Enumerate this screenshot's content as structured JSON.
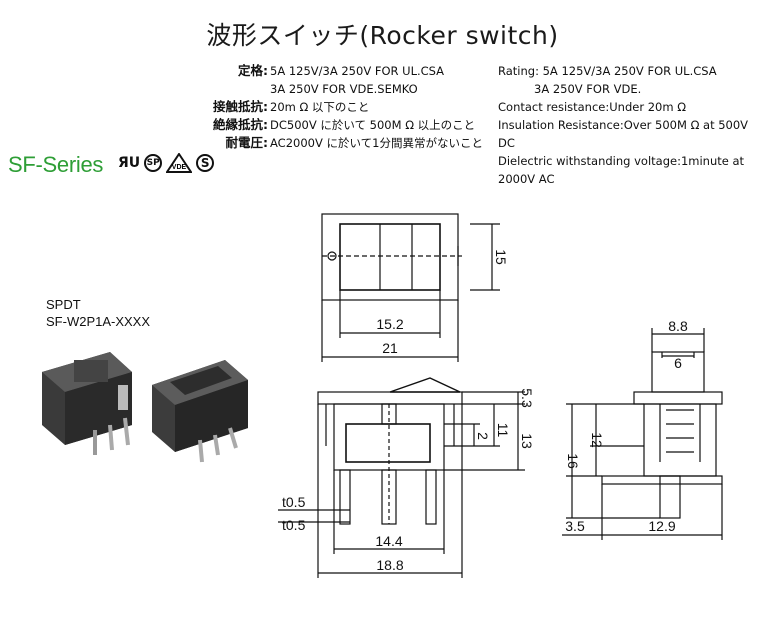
{
  "title": "波形スイッチ(Rocker switch)",
  "specs_jp": [
    {
      "label": "定格:",
      "value": "5A 125V/3A 250V FOR UL.CSA"
    },
    {
      "label": "",
      "value": "3A 250V FOR VDE.SEMKO"
    },
    {
      "label": "接触抵抗:",
      "value": "20m Ω 以下のこと"
    },
    {
      "label": "絶縁抵抗:",
      "value": "DC500V に於いて 500M Ω 以上のこと"
    },
    {
      "label": "耐電圧:",
      "value": "AC2000V に於いて1分間異常がないこと"
    }
  ],
  "specs_en": [
    "Rating: 5A 125V/3A 250V FOR UL.CSA",
    "3A 250V FOR VDE.",
    "Contact resistance:Under 20m Ω",
    "Insulation Resistance:Over 500M Ω  at 500V DC",
    "Dielectric withstanding voltage:1minute at 2000V AC"
  ],
  "series": "SF-Series",
  "certifications": {
    "ul": "ЯU",
    "csa": "SP",
    "vde": "VDE",
    "semko": "S"
  },
  "model": {
    "type": "SPDT",
    "part_number": "SF-W2P1A-XXXX"
  },
  "dimensions": {
    "top_height": "15",
    "top_inner_width": "15.2",
    "top_outer_width": "21",
    "front_top": "5.3",
    "front_a": "2",
    "front_b": "11",
    "front_c": "13",
    "front_t1": "t0.5",
    "front_t2": "t0.5",
    "front_inner_width": "14.4",
    "front_outer_width": "18.8",
    "side_top_outer": "8.8",
    "side_top_inner": "6",
    "side_height": "16",
    "side_mid": "12",
    "side_pin": "3.5",
    "side_width": "12.9"
  }
}
